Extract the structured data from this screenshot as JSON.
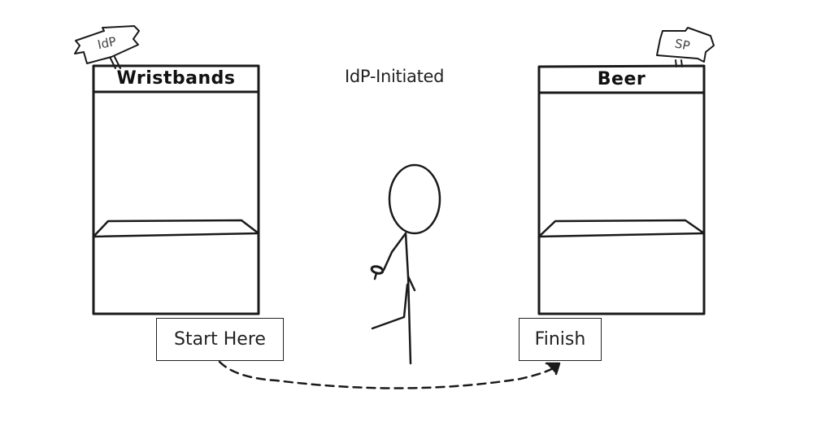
{
  "diagram": {
    "title": "IdP-Initiated",
    "stalls": [
      {
        "label": "Wristbands",
        "sign": "IdP"
      },
      {
        "label": "Beer",
        "sign": "SP"
      }
    ],
    "start_box": "Start Here",
    "finish_box": "Finish",
    "flow": {
      "from": "Start Here",
      "to": "Finish",
      "style": "dashed-arrow"
    },
    "figure": "stick-figure-with-wristband",
    "colors": {
      "stroke": "#1a1a1a",
      "background": "#ffffff"
    }
  }
}
